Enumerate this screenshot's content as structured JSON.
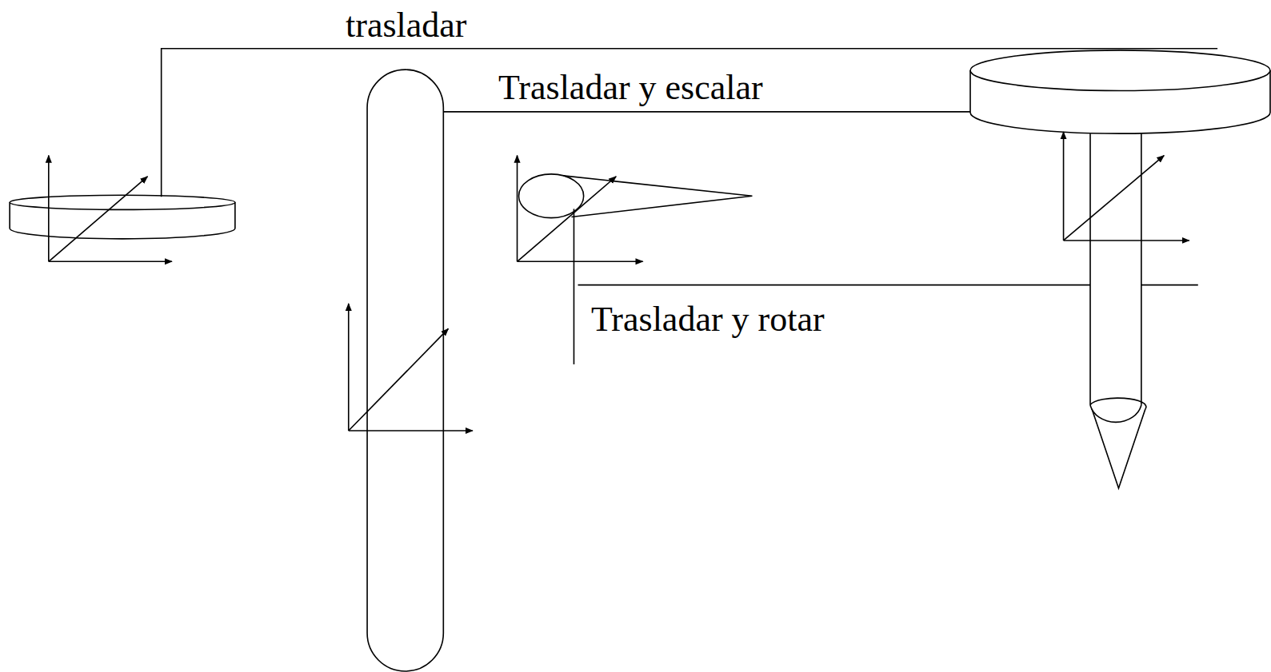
{
  "diagram": {
    "labels": [
      "trasladar",
      "Trasladar y escalar",
      "Trasladar y rotar"
    ]
  }
}
